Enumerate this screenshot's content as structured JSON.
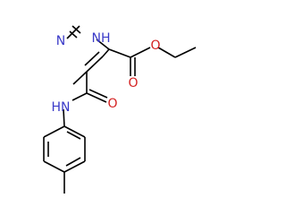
{
  "molecule": {
    "atoms": {
      "imidazole_nh": {
        "label": "NH",
        "element": "N",
        "color": "#3a3ac8"
      },
      "imidazole_n": {
        "label": "N",
        "element": "N",
        "color": "#3a3ac8"
      },
      "ester_o_double": {
        "label": "O",
        "element": "O",
        "color": "#d42020"
      },
      "ester_o_single": {
        "label": "O",
        "element": "O",
        "color": "#d42020"
      },
      "amide_o": {
        "label": "O",
        "element": "O",
        "color": "#d42020"
      },
      "amide_nh": {
        "label": "HN",
        "element": "N",
        "color": "#3a3ac8"
      }
    }
  }
}
